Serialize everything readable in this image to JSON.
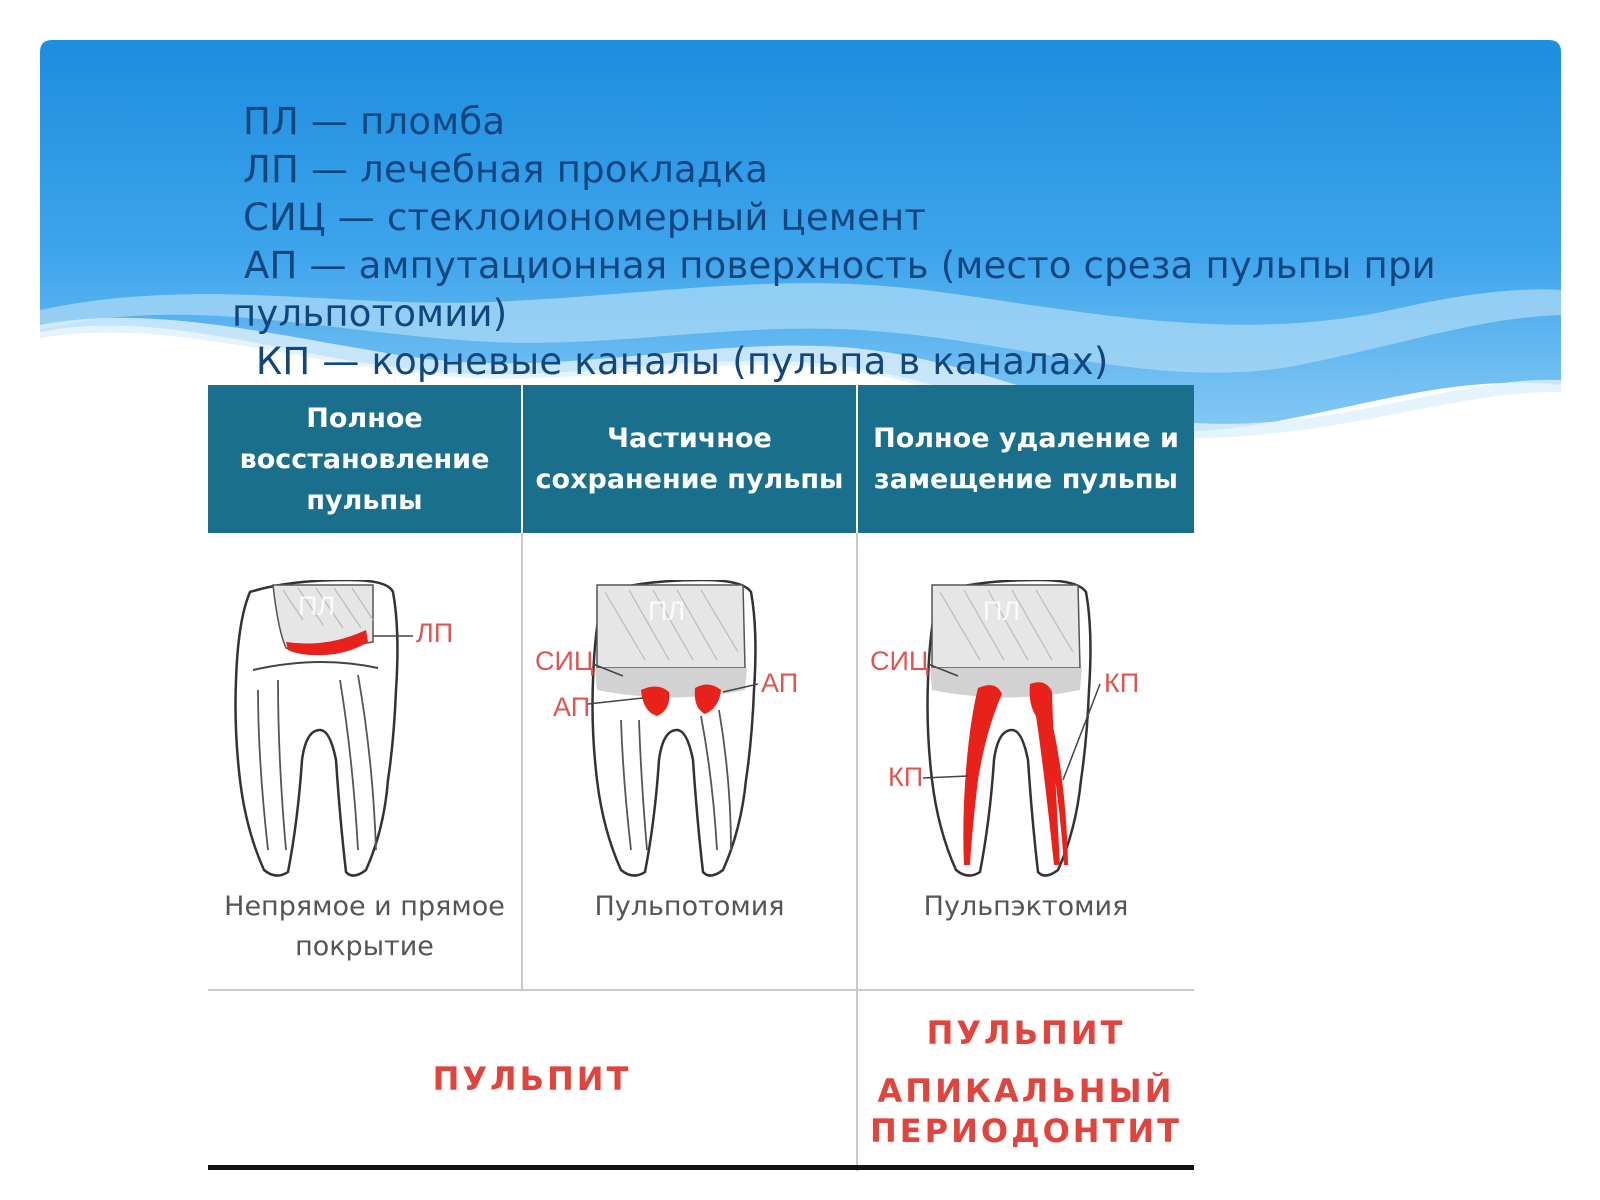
{
  "legend": {
    "lines": [
      "ПЛ — пломба",
      "ЛП — лечебная прокладка",
      "СИЦ — стеклоиономерный цемент",
      " АП — ампутационная поверхность (место среза пульпы при",
      "пульпотомии)",
      "  КП — корневые каналы (пульпа в каналах)"
    ]
  },
  "table": {
    "headers": [
      "Полное восстановление пульпы",
      "Частичное сохранение пульпы",
      "Полное удаление и замещение пульпы"
    ],
    "columns": [
      {
        "caption": "Непрямое и прямое покрытие",
        "labels": {
          "filling": "ПЛ",
          "liner": "ЛП"
        }
      },
      {
        "caption": "Пульпотомия",
        "labels": {
          "filling": "ПЛ",
          "cement": "СИЦ",
          "amp_right": "АП",
          "amp_left": "АП"
        }
      },
      {
        "caption": "Пульпэктомия",
        "labels": {
          "filling": "ПЛ",
          "cement": "СИЦ",
          "canal_right": "КП",
          "canal_left": "КП"
        }
      }
    ],
    "diagnoses": {
      "left": "ПУЛЬПИТ",
      "right": [
        "ПУЛЬПИТ",
        "АПИКАЛЬНЫЙ",
        "ПЕРИОДОНТИТ"
      ]
    }
  },
  "colors": {
    "header_bg": "#1a6f8c",
    "pulp_red": "#e8211b",
    "label_red": "#e2544f",
    "legend_text": "#12467e"
  }
}
